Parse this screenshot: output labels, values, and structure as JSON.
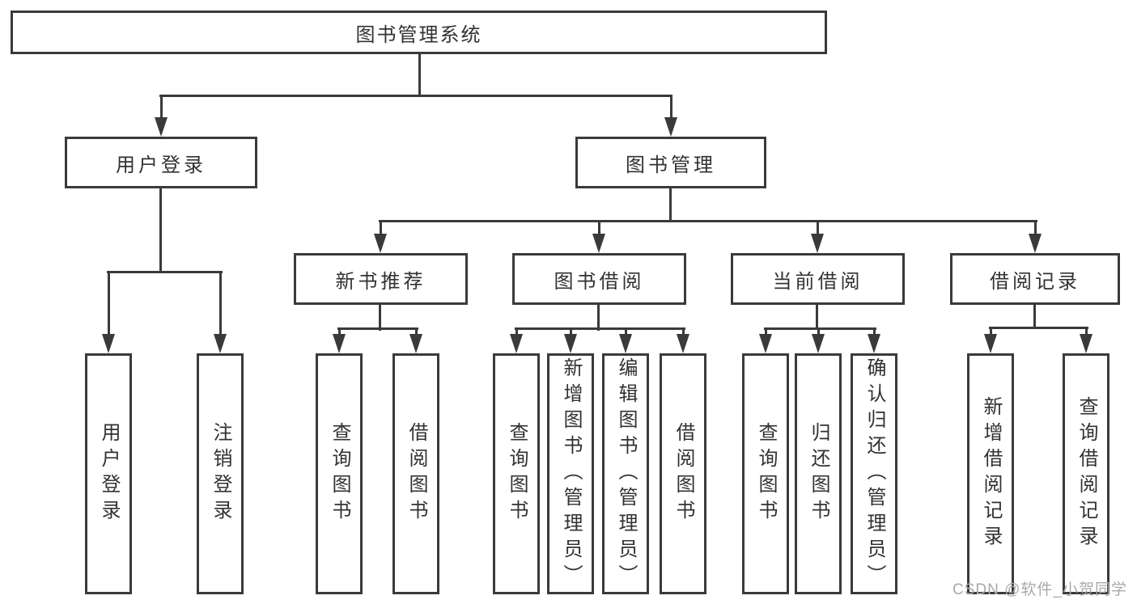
{
  "diagram": {
    "type": "hierarchy-tree",
    "title": "图书管理系统",
    "watermark": "CSDN @软件_小贺同学",
    "colors": {
      "line": "#3a3a3a",
      "box_border": "#3a3a3a",
      "text": "#323232",
      "box_background": "#ffffff",
      "page_background": "#ffffff",
      "watermark_text": "#a9a9a9"
    },
    "tree": {
      "root": {
        "label": "图书管理系统"
      },
      "branches": [
        {
          "label": "用户登录",
          "children": [
            "用户登录",
            "注销登录"
          ]
        },
        {
          "label": "图书管理",
          "sections": [
            {
              "label": "新书推荐",
              "children": [
                "查询图书",
                "借阅图书"
              ]
            },
            {
              "label": "图书借阅",
              "children": [
                "查询图书",
                "新增图书（管理员）",
                "编辑图书（管理员）",
                "借阅图书"
              ]
            },
            {
              "label": "当前借阅",
              "children": [
                "查询图书",
                "归还图书",
                "确认归还（管理员）"
              ]
            },
            {
              "label": "借阅记录",
              "children": [
                "新增借阅记录",
                "查询借阅记录"
              ]
            }
          ]
        }
      ]
    }
  }
}
